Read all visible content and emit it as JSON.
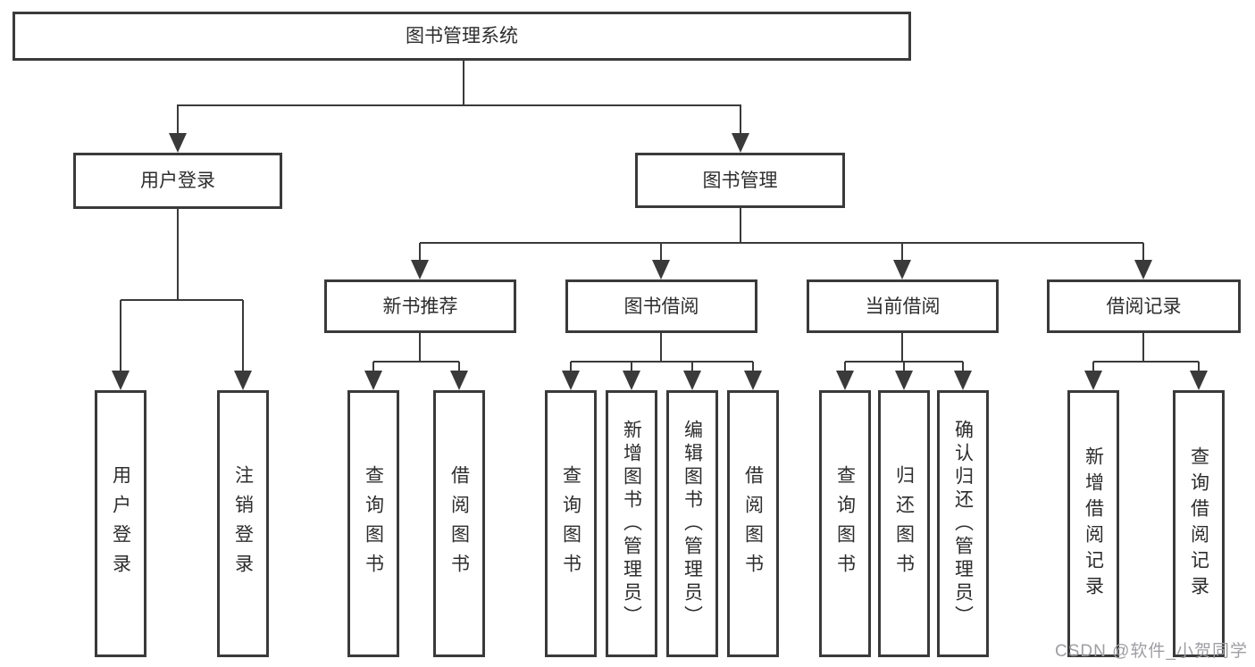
{
  "colors": {
    "line": "#3a3a3a",
    "box_border": "#3a3a3a",
    "text": "#2d2d2d",
    "background": "#ffffff",
    "watermark": "#9e9ea3"
  },
  "watermark": {
    "text": "CSDN @软件_小贺同学"
  },
  "tree": {
    "root": {
      "label": "图书管理系统"
    },
    "branches": [
      {
        "label": "用户登录",
        "children": [
          {
            "label": "用户登录"
          },
          {
            "label": "注销登录"
          }
        ]
      },
      {
        "label": "图书管理",
        "groups": [
          {
            "label": "新书推荐",
            "children": [
              {
                "label": "查询图书"
              },
              {
                "label": "借阅图书"
              }
            ]
          },
          {
            "label": "图书借阅",
            "children": [
              {
                "label": "查询图书"
              },
              {
                "label": "新增图书（管理员）"
              },
              {
                "label": "编辑图书（管理员）"
              },
              {
                "label": "借阅图书"
              }
            ]
          },
          {
            "label": "当前借阅",
            "children": [
              {
                "label": "查询图书"
              },
              {
                "label": "归还图书"
              },
              {
                "label": "确认归还（管理员）"
              }
            ]
          },
          {
            "label": "借阅记录",
            "children": [
              {
                "label": "新增借阅记录"
              },
              {
                "label": "查询借阅记录"
              }
            ]
          }
        ]
      }
    ]
  }
}
